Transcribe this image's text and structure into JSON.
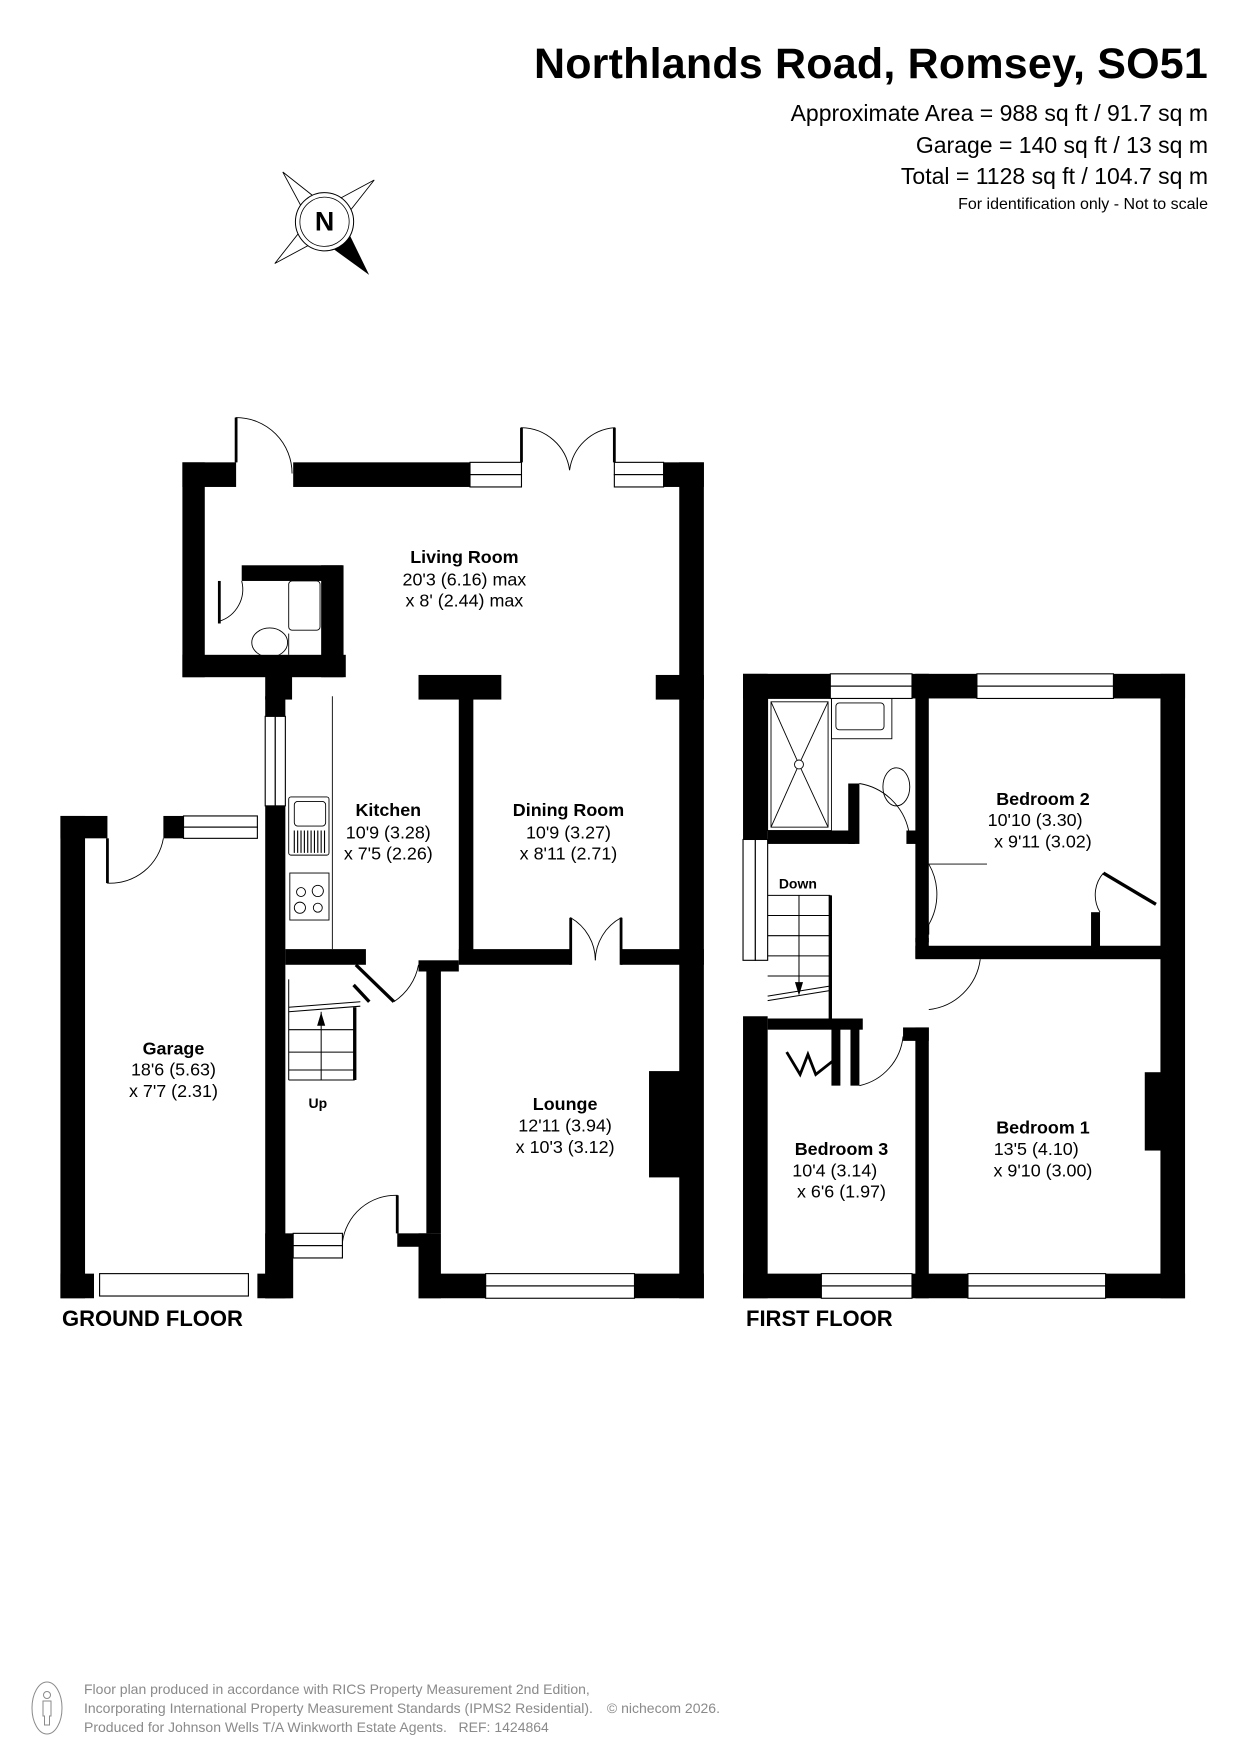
{
  "header": {
    "title": "Northlands Road, Romsey, SO51",
    "areas": [
      "Approximate Area = 988 sq ft / 91.7 sq m",
      "Garage = 140 sq ft / 13 sq m",
      "Total = 1128 sq ft / 104.7 sq m"
    ],
    "note": "For identification only - Not to scale"
  },
  "compass": {
    "label": "N",
    "icon": "compass-icon"
  },
  "ground_floor": {
    "label": "GROUND FLOOR",
    "rooms": {
      "living_room": {
        "name": "Living Room",
        "dim1": "20'3 (6.16) max",
        "dim2": "x 8' (2.44) max"
      },
      "kitchen": {
        "name": "Kitchen",
        "dim1": "10'9 (3.28)",
        "dim2": "x 7'5 (2.26)"
      },
      "dining_room": {
        "name": "Dining Room",
        "dim1": "10'9 (3.27)",
        "dim2": "x 8'11 (2.71)"
      },
      "garage": {
        "name": "Garage",
        "dim1": "18'6 (5.63)",
        "dim2": "x 7'7 (2.31)"
      },
      "lounge": {
        "name": "Lounge",
        "dim1": "12'11 (3.94)",
        "dim2": "x 10'3 (3.12)"
      }
    },
    "stairs_label": "Up"
  },
  "first_floor": {
    "label": "FIRST FLOOR",
    "rooms": {
      "bedroom_2": {
        "name": "Bedroom 2",
        "dim1": "10'10 (3.30)",
        "dim2": "x 9'11 (3.02)"
      },
      "bedroom_3": {
        "name": "Bedroom 3",
        "dim1": "10'4 (3.14)",
        "dim2": "x 6'6 (1.97)"
      },
      "bedroom_1": {
        "name": "Bedroom 1",
        "dim1": "13'5 (4.10)",
        "dim2": "x 9'10 (3.00)"
      }
    },
    "stairs_label": "Down"
  },
  "footer": {
    "lines": [
      "Floor plan produced in accordance with RICS Property Measurement 2nd Edition,",
      "Incorporating International Property Measurement Standards (IPMS2 Residential).",
      "Produced for Johnson Wells T/A Winkworth Estate Agents.   REF: 1424864"
    ],
    "copyright": "© nichecom 2026.",
    "icon": "person-icon"
  },
  "colors": {
    "wall": "#000000",
    "background": "#ffffff",
    "footer_text": "#8a8a8a"
  }
}
